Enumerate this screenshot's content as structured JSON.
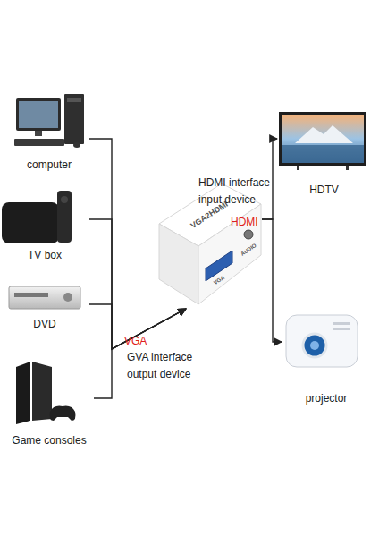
{
  "diagram": {
    "nodes": [
      {
        "text": [
          "computer"
        ]
      },
      {
        "text": [
          "TV box"
        ]
      },
      {
        "text": [
          "DVD"
        ]
      },
      {
        "text": [
          "Game consoles"
        ]
      },
      {
        "text": [
          "VGA2HDMI",
          "VGA",
          "AUDIO"
        ]
      },
      {
        "text": [
          "HDTV"
        ]
      },
      {
        "text": [
          "projector"
        ]
      }
    ],
    "edges": [
      {
        "from": 0,
        "to": 4,
        "arrow": "to"
      },
      {
        "from": 1,
        "to": 4,
        "arrow": "to"
      },
      {
        "from": 2,
        "to": 4,
        "arrow": "to"
      },
      {
        "from": 3,
        "to": 4,
        "arrow": "to"
      },
      {
        "from": 4,
        "to": 5,
        "arrow": "to"
      },
      {
        "from": 4,
        "to": 6,
        "arrow": "to"
      }
    ],
    "labels": [
      "HDMI interface input device",
      "HDMI",
      "VGA",
      "GVA interface output device"
    ]
  }
}
